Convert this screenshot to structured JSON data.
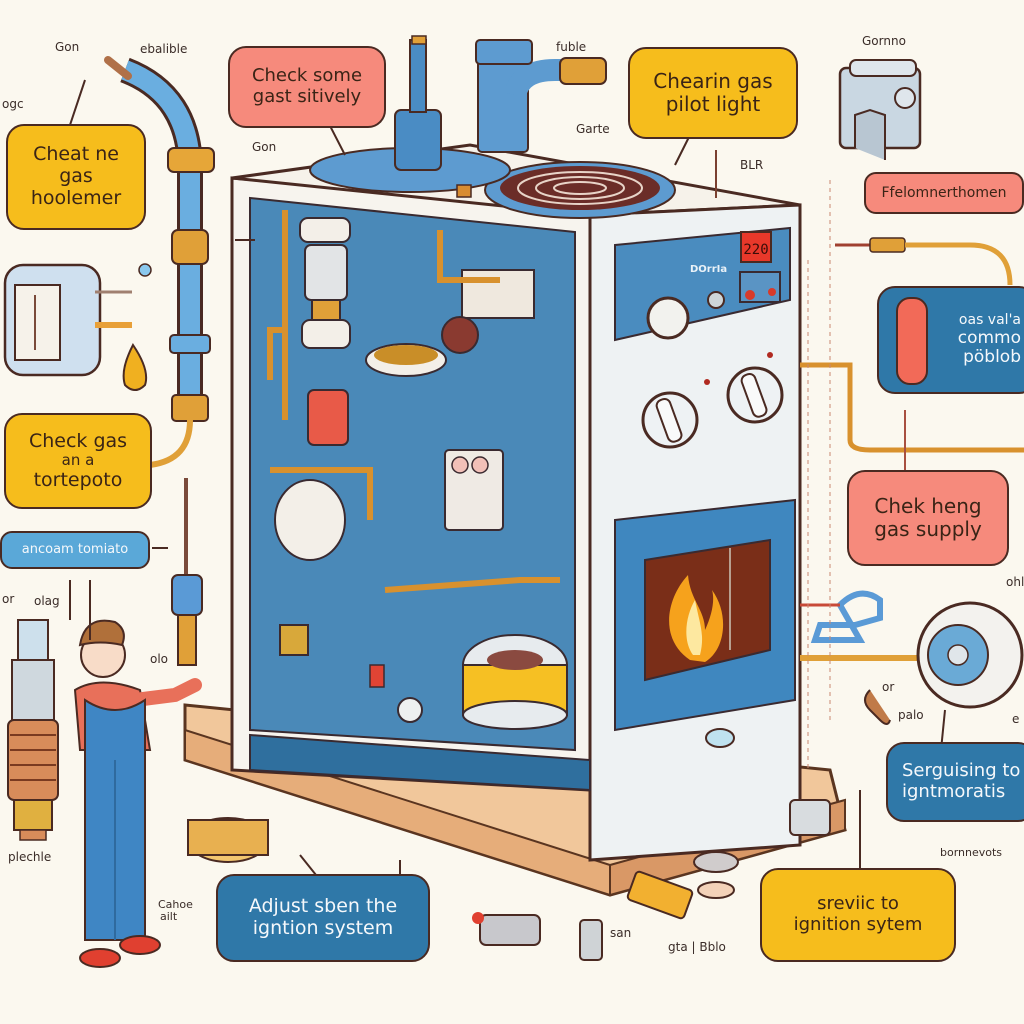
{
  "diagram": {
    "subject": "gas furnace cutaway illustration",
    "display_reading": "220",
    "panel_brand": "DOrrIa"
  },
  "callouts": {
    "top_left": {
      "lines": [
        "Cheat ne",
        "gas",
        "hoolemer"
      ]
    },
    "top_center": {
      "lines": [
        "Check some",
        "gast sitively"
      ]
    },
    "top_right": {
      "lines": [
        "Chearin gas",
        "pilot light"
      ]
    },
    "right_pink_label": {
      "text": "Ffelomnerthomen"
    },
    "right_blue": {
      "lines": [
        "oas val'a",
        "commo",
        "pöblob"
      ]
    },
    "right_pink": {
      "lines": [
        "Chek heng",
        "gas supply"
      ]
    },
    "left_yellow": {
      "lines": [
        "Check gas",
        "an a",
        "tortepoto"
      ]
    },
    "left_blue": {
      "text": "ancoam tomiato"
    },
    "bottom_blue": {
      "lines": [
        "Adjust sben the",
        "igntion system"
      ]
    },
    "bottom_yellow": {
      "lines": [
        "sreviic to",
        "ignition sytem"
      ]
    },
    "right_bottom_blue": {
      "lines": [
        "Serguising to",
        "igntmoratis"
      ]
    }
  },
  "labels": {
    "gon_top": "Gon",
    "ebalible": "ebalible",
    "ogc": "ogc",
    "gon_mid": "Gon",
    "fuble": "fuble",
    "garte": "Garte",
    "blr": "BLR",
    "gornno": "Gornno",
    "or": "or",
    "olag": "olag",
    "olo": "olo",
    "plechle": "plechle",
    "cahoe": "Cahoe",
    "ailt": "ailt",
    "san": "san",
    "gta_bblo": "gta | Bblo",
    "bornnevots": "bornnevots",
    "or_right": "or",
    "palo": "palo",
    "ohl": "ohl",
    "e_right": "e"
  }
}
